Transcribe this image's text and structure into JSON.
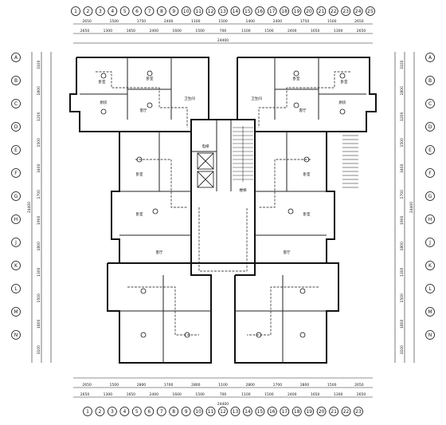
{
  "drawing": {
    "top_axes": [
      "1",
      "2",
      "3",
      "4",
      "5",
      "6",
      "7",
      "8",
      "9",
      "10",
      "11",
      "12",
      "13",
      "14",
      "15",
      "16",
      "17",
      "18",
      "19",
      "20",
      "21",
      "22",
      "23",
      "24",
      "25"
    ],
    "bottom_axes": [
      "1",
      "2",
      "3",
      "4",
      "5",
      "6",
      "7",
      "8",
      "9",
      "10",
      "11",
      "12",
      "13",
      "14",
      "15",
      "16",
      "17",
      "18",
      "19",
      "20",
      "21",
      "22",
      "23"
    ],
    "left_axes": [
      "A",
      "B",
      "C",
      "D",
      "E",
      "F",
      "G",
      "H",
      "J",
      "K",
      "L",
      "M",
      "N"
    ],
    "right_axes": [
      "A",
      "B",
      "C",
      "D",
      "E",
      "F",
      "G",
      "H",
      "J",
      "K",
      "L",
      "M",
      "N"
    ],
    "top_outer_dims": [
      "2650",
      "1500",
      "1750",
      "2400",
      "1100",
      "1500",
      "1400",
      "2400",
      "1750",
      "1500",
      "2650"
    ],
    "top_inner_dims": [
      "2650",
      "1300",
      "1650",
      "2400",
      "1600",
      "1500",
      "700",
      "1100",
      "1500",
      "2400",
      "1650",
      "1300",
      "2650"
    ],
    "top_total": "24400",
    "bottom_outer_dims": [
      "2650",
      "1500",
      "2800",
      "1700",
      "2800",
      "1100",
      "2800",
      "1700",
      "2800",
      "1500",
      "2650"
    ],
    "bottom_inner_dims": [
      "2650",
      "1300",
      "1650",
      "2400",
      "1600",
      "1500",
      "700",
      "1100",
      "1500",
      "2400",
      "1650",
      "1300",
      "2650"
    ],
    "bottom_total": "24400",
    "left_dims": [
      "3100",
      "1800",
      "1200",
      "1500",
      "3400",
      "1700",
      "1900",
      "1800",
      "1300",
      "1500",
      "1800",
      "3100"
    ],
    "left_total": "24400",
    "right_dims": [
      "3100",
      "1800",
      "1200",
      "1500",
      "3400",
      "1700",
      "1900",
      "1800",
      "1300",
      "1500",
      "1800",
      "3100"
    ],
    "right_total": "24400",
    "room_labels": [
      "卧室",
      "卧室",
      "客厅",
      "厨房",
      "卫生间",
      "卧室",
      "卧室",
      "客厅",
      "厨房",
      "卫生间",
      "电梯",
      "楼梯",
      "卧室",
      "卧室",
      "客厅",
      "卧室",
      "卧室",
      "客厅"
    ]
  }
}
